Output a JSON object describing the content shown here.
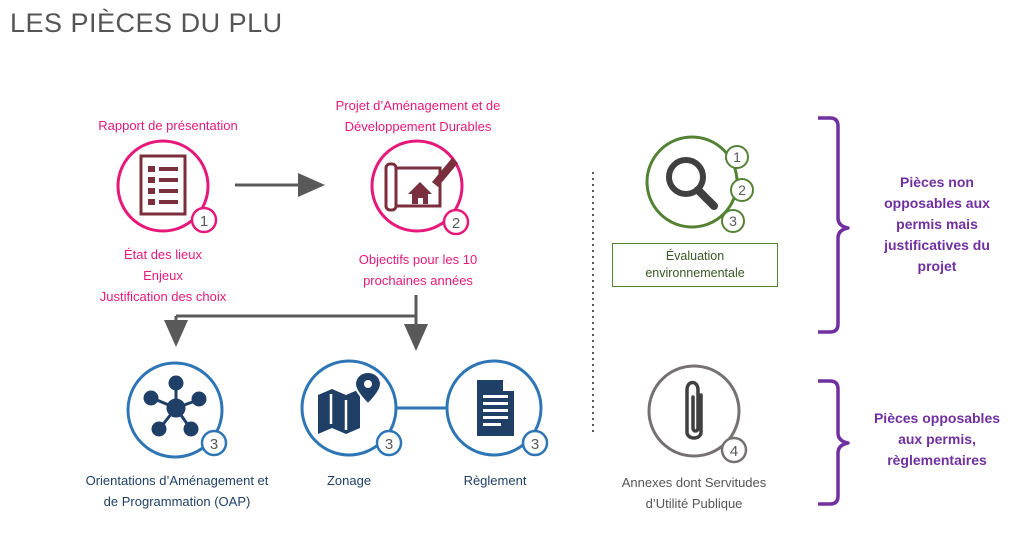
{
  "title": "LES PIÈCES DU PLU",
  "pieces": {
    "rapport": {
      "heading": "Rapport de présentation",
      "number": "1",
      "items": [
        "État des lieux",
        "Enjeux",
        "Justification des choix"
      ]
    },
    "padd": {
      "heading_line1": "Projet d’Aménagement et de",
      "heading_line2": "Développement Durables",
      "number": "2",
      "desc_line1": "Objectifs pour les 10",
      "desc_line2": "prochaines années"
    },
    "oap": {
      "number": "3",
      "label_line1": "Orientations d’Aménagement et",
      "label_line2": "de Programmation (OAP)"
    },
    "zonage": {
      "number": "3",
      "label": "Zonage"
    },
    "reglement": {
      "number": "3",
      "label": "Règlement"
    },
    "evaluation": {
      "numbers": [
        "1",
        "2",
        "3"
      ],
      "label_line1": "Évaluation",
      "label_line2": "environnementale"
    },
    "annexes": {
      "number": "4",
      "label_line1": "Annexes dont Servitudes",
      "label_line2": "d’Utilité Publique"
    }
  },
  "groups": {
    "non_opposables": [
      "Pièces non",
      "opposables aux",
      "permis mais",
      "justificatives du",
      "projet"
    ],
    "opposables": [
      "Pièces opposables",
      "aux permis,",
      "règlementaires"
    ]
  },
  "colors": {
    "pink": "#e6197a",
    "blue": "#2e75b6",
    "green": "#548235",
    "grey": "#767171",
    "purple": "#7030a0",
    "dark": "#595959"
  }
}
